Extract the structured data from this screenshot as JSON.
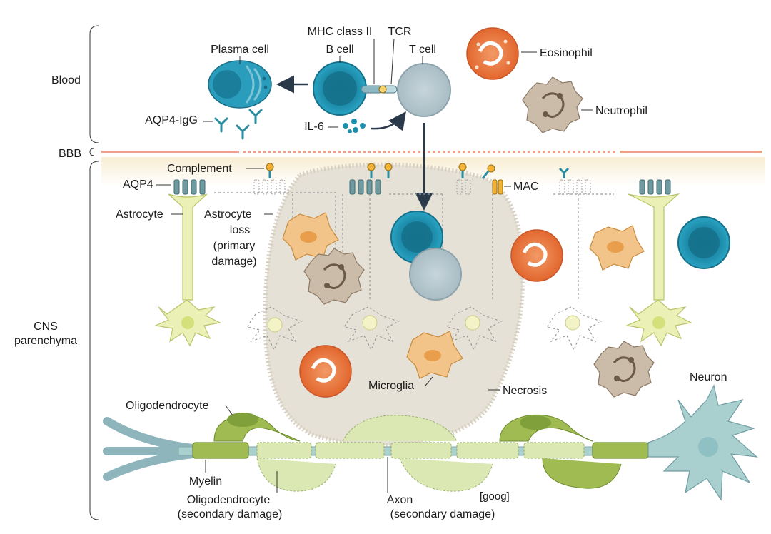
{
  "regions": {
    "blood": "Blood",
    "bbb": "BBB",
    "cns_line1": "CNS",
    "cns_line2": "parenchyma"
  },
  "labels": {
    "plasma_cell": "Plasma cell",
    "mhc_class_ii": "MHC class II",
    "tcr": "TCR",
    "b_cell": "B cell",
    "t_cell": "T cell",
    "eosinophil": "Eosinophil",
    "neutrophil": "Neutrophil",
    "aqp4_igg": "AQP4-IgG",
    "il6": "IL-6",
    "complement": "Complement",
    "aqp4": "AQP4",
    "mac": "MAC",
    "astrocyte": "Astrocyte",
    "astrocyte_loss_1": "Astrocyte",
    "astrocyte_loss_2": "loss",
    "astrocyte_loss_3": "(primary",
    "astrocyte_loss_4": "damage)",
    "microglia": "Microglia",
    "necrosis": "Necrosis",
    "neuron": "Neuron",
    "oligodendrocyte": "Oligodendrocyte",
    "myelin": "Myelin",
    "oligo_secondary_1": "Oligodendrocyte",
    "oligo_secondary_2": "(secondary damage)",
    "axon_1": "Axon",
    "axon_2": "(secondary damage)"
  },
  "watermark": "[ɡooɡ]",
  "colors": {
    "b_cell": "#1f8fae",
    "t_cell": "#bfcfd6",
    "eosinophil": "#e9763f",
    "neutrophil": "#c9b8a6",
    "astrocyte": "#e8efb0",
    "microglia": "#f3c489",
    "necrosis": "#e6e1d6",
    "oligodendrocyte": "#9fbb52",
    "neuron": "#a9cfcf",
    "bbb": "#f0a08a",
    "aqp4": "#6f9aa0"
  }
}
